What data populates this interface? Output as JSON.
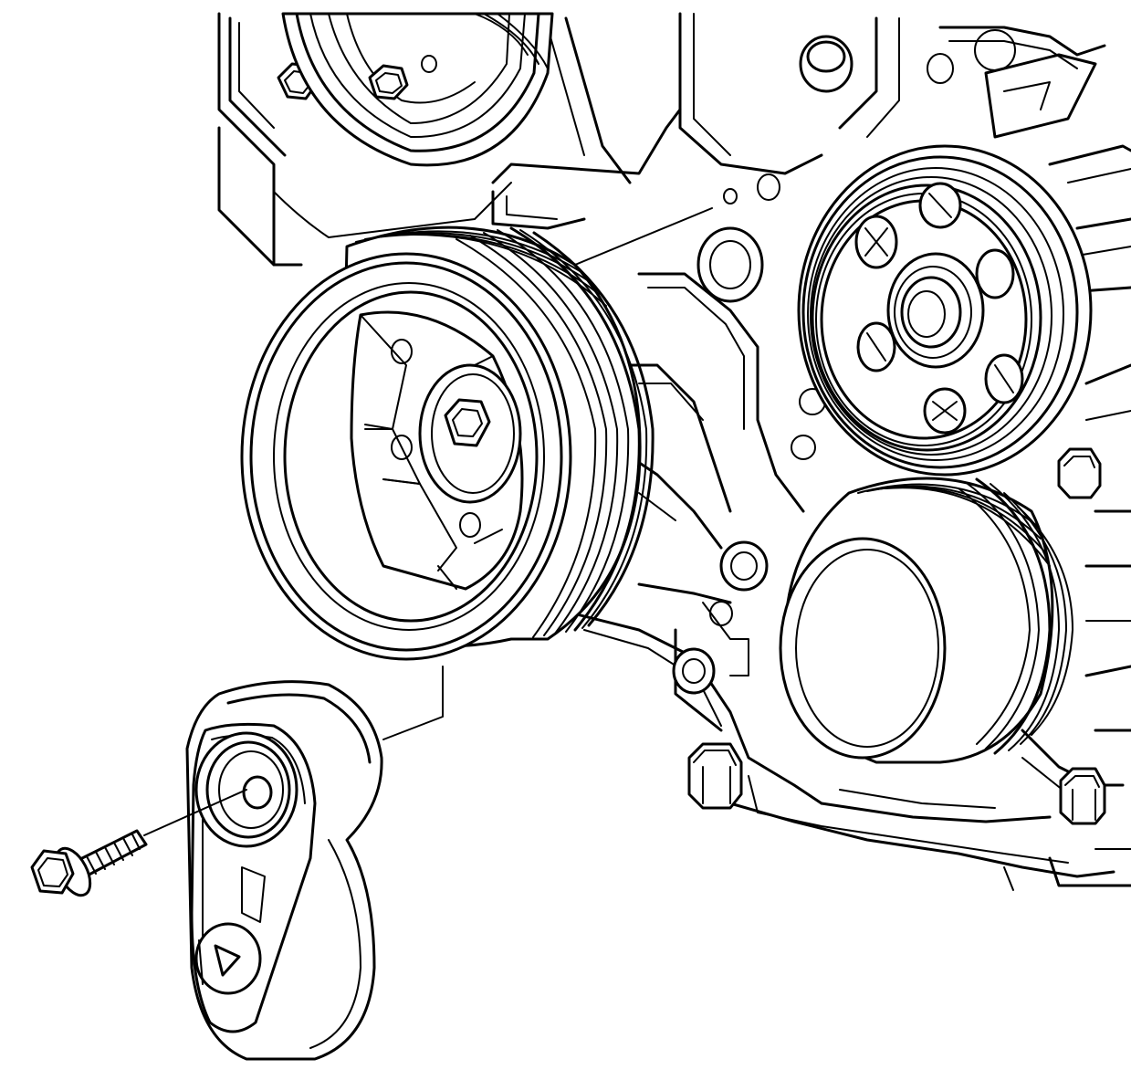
{
  "figure": {
    "style": "line-art",
    "stroke_color": "#000000",
    "background_color": "#ffffff",
    "components": [
      "engine-front-cover",
      "idler-pulley-upper",
      "crankshaft-balancer",
      "water-pump-pulley",
      "power-steering-pulley",
      "belt-tensioner",
      "tensioner-bolt",
      "cover-bolt"
    ]
  }
}
